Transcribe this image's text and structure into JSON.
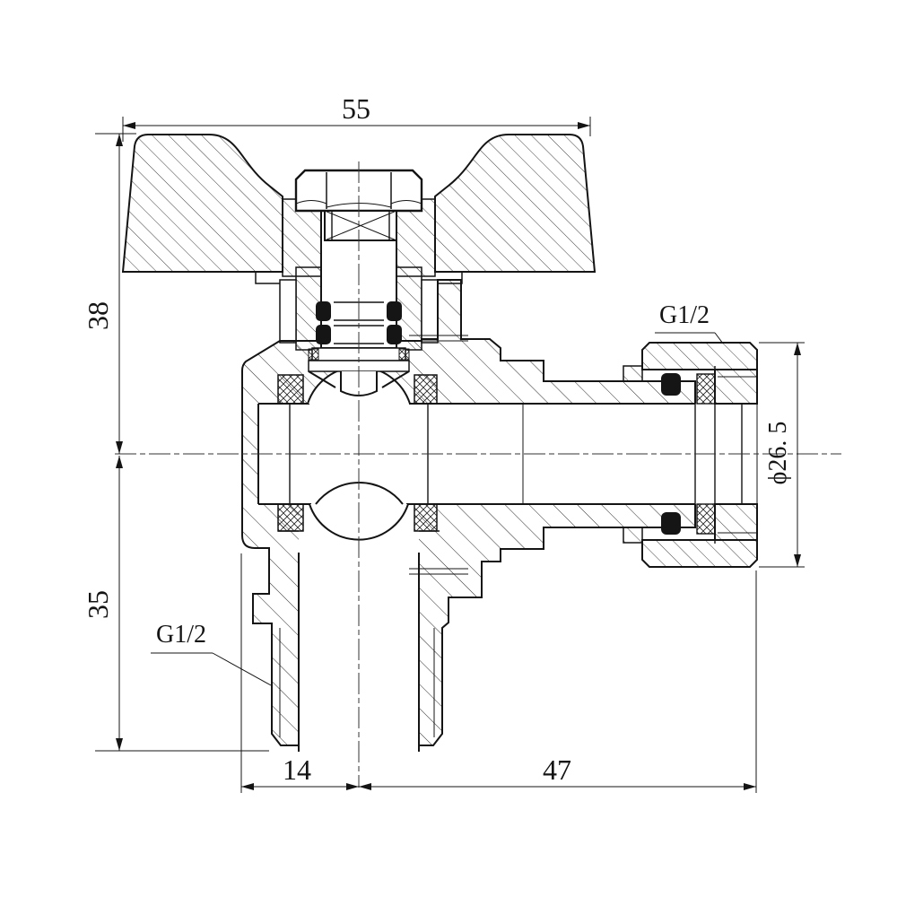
{
  "drawing": {
    "description": "sectional technical drawing of an angle ball valve with butterfly handle",
    "colors": {
      "line": "#141414",
      "background": "#ffffff"
    },
    "dims": {
      "overall_width": "55",
      "upper_height": "38",
      "lower_height": "35",
      "bottom_port_offset": "14",
      "side_port_length": "47",
      "nut_diameter": "ϕ26. 5",
      "side_thread": "G1/2",
      "bottom_thread": "G1/2"
    }
  }
}
